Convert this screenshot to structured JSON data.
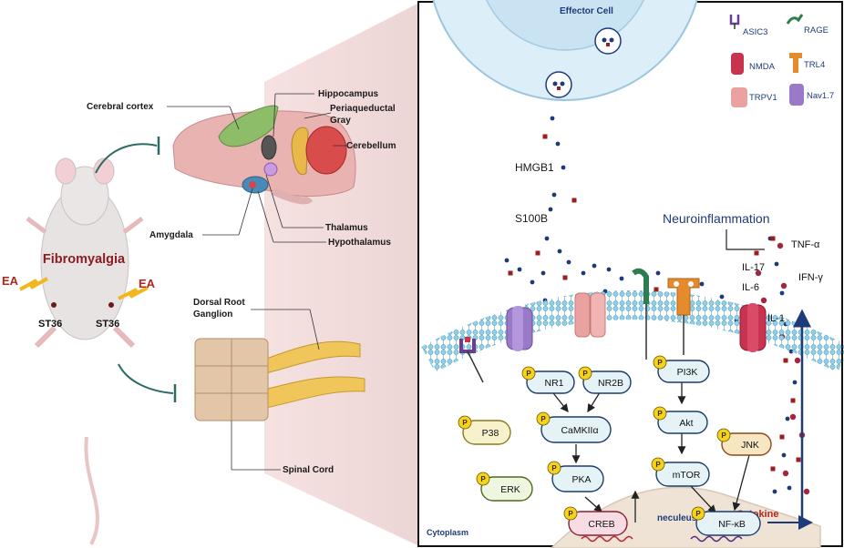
{
  "left": {
    "mouse_label": "Fibromyalgia",
    "ea_left": "EA",
    "ea_right": "EA",
    "st36_left": "ST36",
    "st36_right": "ST36",
    "brain_labels": {
      "cerebral_cortex": "Cerebral cortex",
      "hippocampus": "Hippocampus",
      "periaqueductal_gray_line1": "Periaqueductal",
      "periaqueductal_gray_line2": "Gray",
      "cerebellum": "Cerebellum",
      "amygdala": "Amygdala",
      "thalamus": "Thalamus",
      "hypothalamus": "Hypothalamus"
    },
    "spine_labels": {
      "drg_line1": "Dorsal Root",
      "drg_line2": "Ganglion",
      "spinal_cord": "Spinal Cord"
    }
  },
  "right": {
    "effector_cell": "Effector Cell",
    "hmgb1": "HMGB1",
    "s100b": "S100B",
    "neuroinflammation": "Neuroinflammation",
    "cytokines": [
      "TNF-α",
      "IL-17",
      "IFN-γ",
      "IL-6",
      "IL-1"
    ],
    "cytoplasm": "Cytoplasm",
    "nucleus": "neculeus",
    "cytokine_label": "Cytokine",
    "legend": [
      {
        "name": "ASIC3",
        "color": "#6a3f8f"
      },
      {
        "name": "RAGE",
        "color": "#2e7d4f"
      },
      {
        "name": "NMDA",
        "color": "#c8334f"
      },
      {
        "name": "TRL4",
        "color": "#e58a2d"
      },
      {
        "name": "TRPV1",
        "color": "#e9a2a0"
      },
      {
        "name": "Nav1.7",
        "color": "#9b79c9"
      }
    ],
    "phospho_tag": "P",
    "nodes": {
      "nr1": "NR1",
      "nr2b": "NR2B",
      "pi3k": "PI3K",
      "p38": "P38",
      "camkii": "CaMKIIα",
      "akt": "Akt",
      "jnk": "JNK",
      "erk": "ERK",
      "pka": "PKA",
      "mtor": "mTOR",
      "creb": "CREB",
      "nfkb": "NF-κB"
    }
  }
}
